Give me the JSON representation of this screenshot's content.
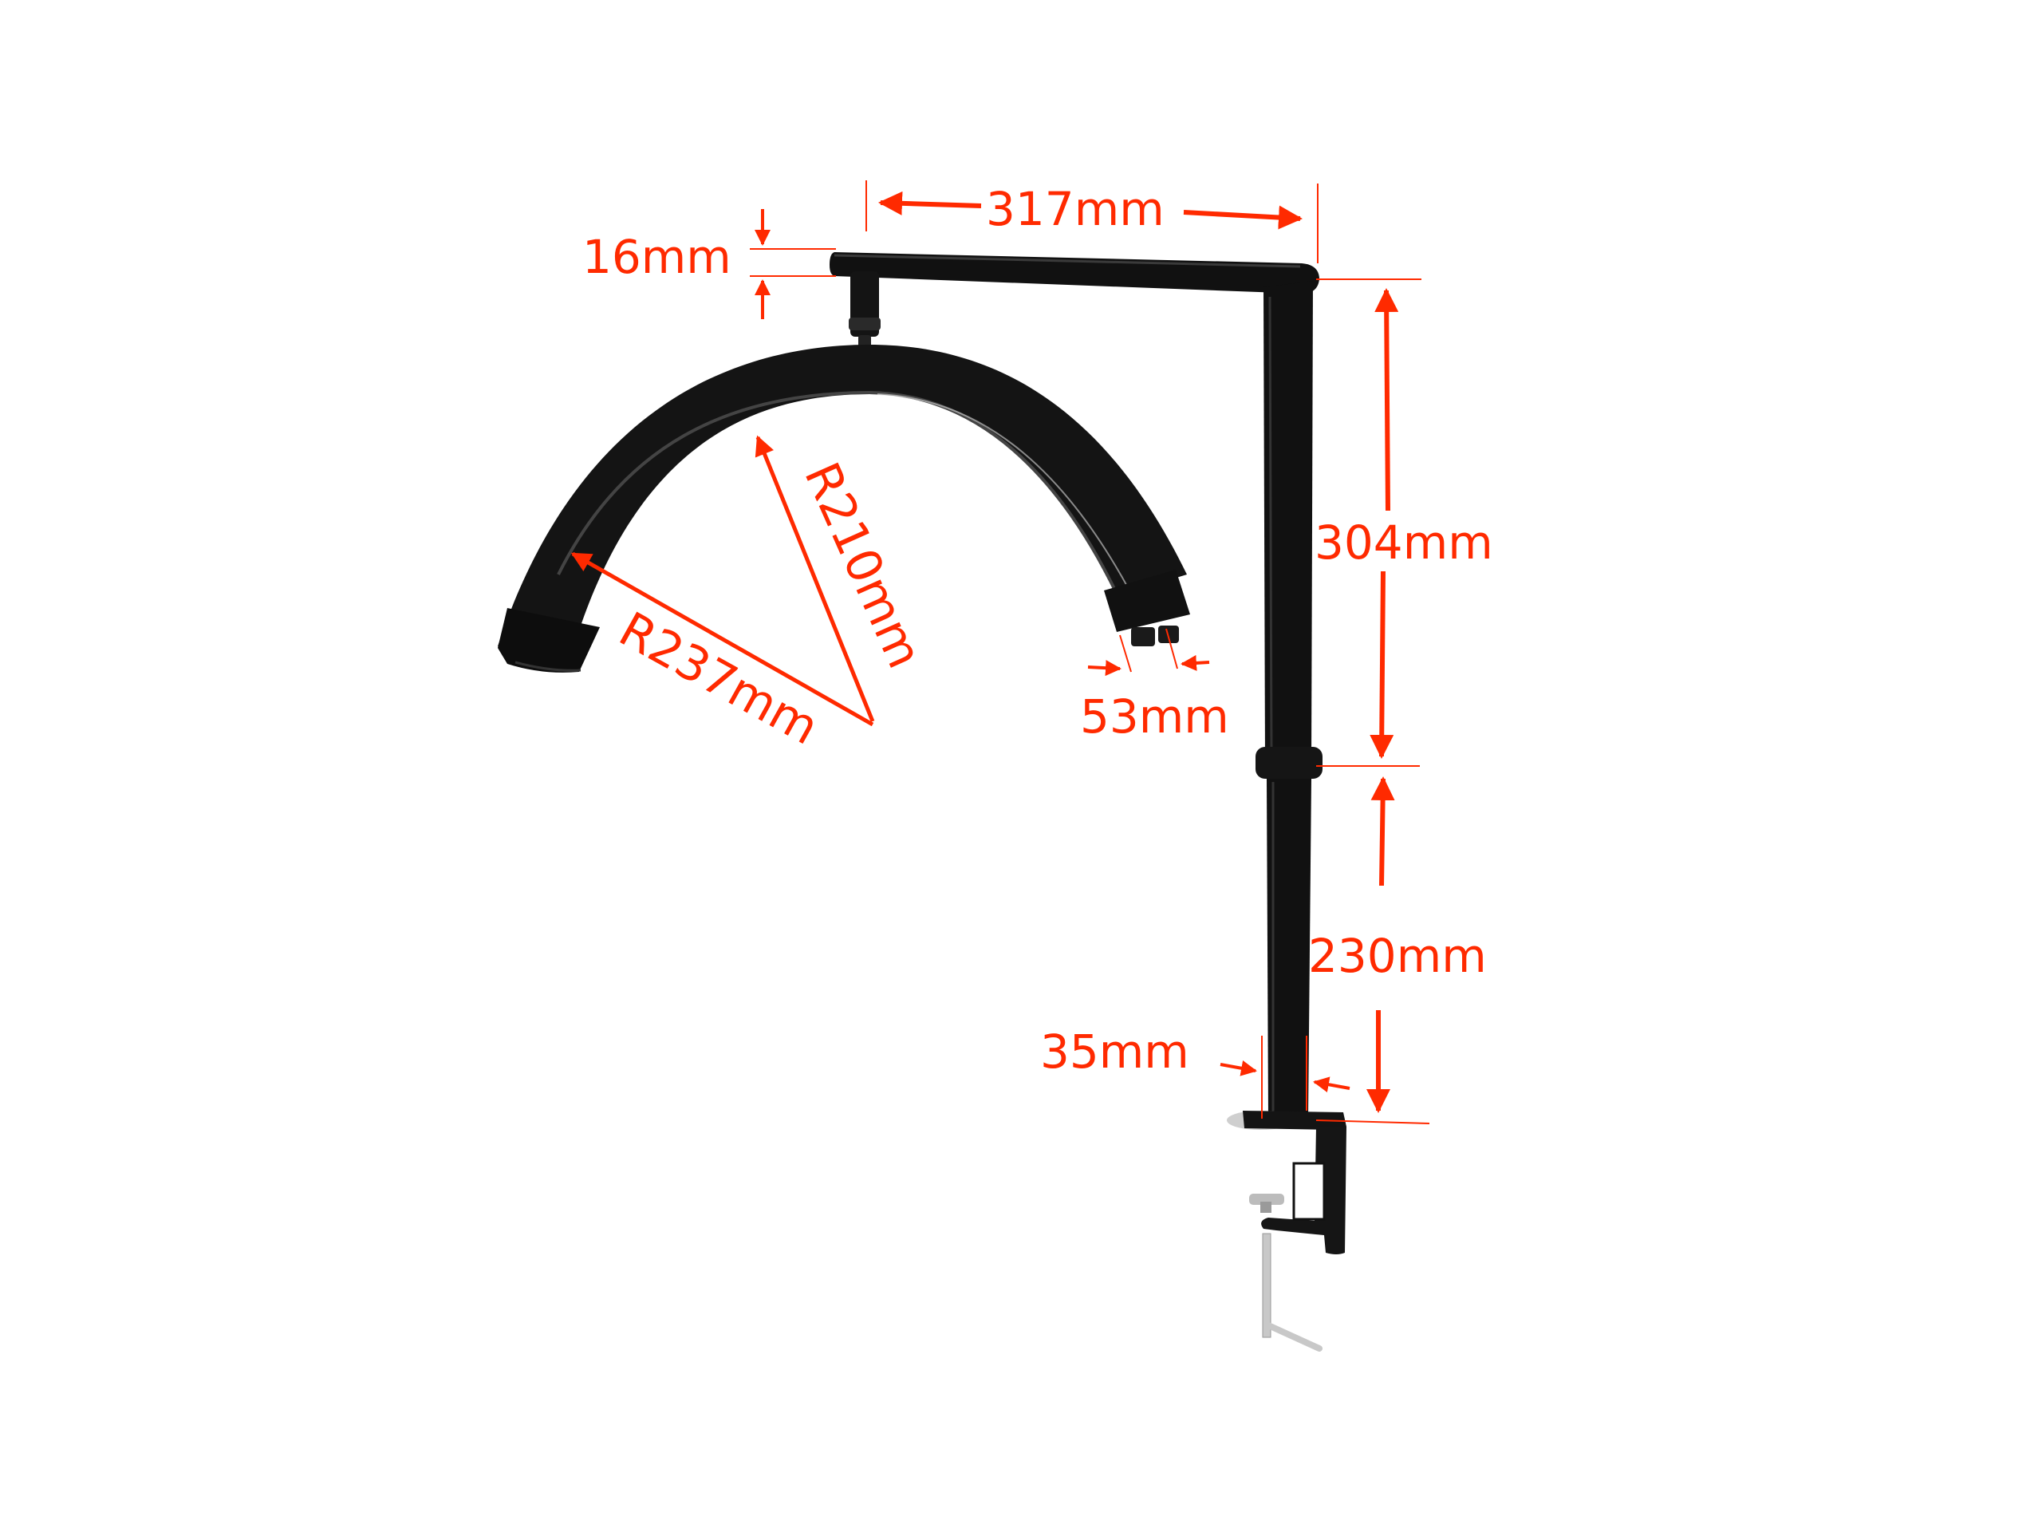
{
  "colors": {
    "dimension": "#ff2a00",
    "product": "#111111",
    "background": "#ffffff"
  },
  "dimensions": {
    "top_arm_length": "317mm",
    "arm_thickness": "16mm",
    "upper_pole_height": "304mm",
    "lower_pole_height": "230mm",
    "pole_diameter": "35mm",
    "arc_end_width": "53mm",
    "inner_radius": "R210mm",
    "outer_radius": "R237mm"
  }
}
